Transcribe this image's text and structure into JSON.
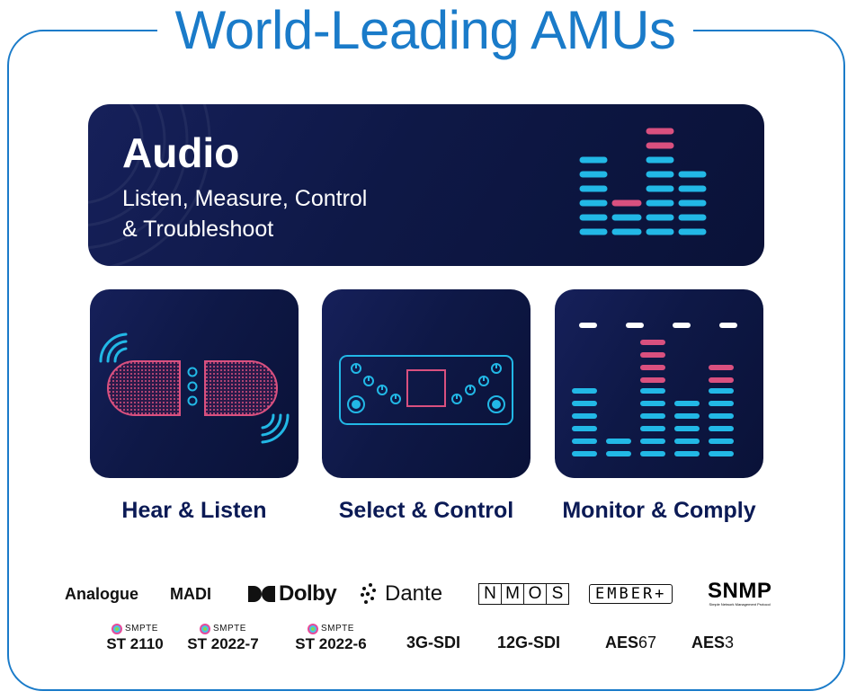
{
  "title": "World-Leading AMUs",
  "audio_panel": {
    "heading": "Audio",
    "subtitle_line1": "Listen, Measure, Control",
    "subtitle_line2": "& Troubleshoot"
  },
  "cards": [
    {
      "caption": "Hear & Listen",
      "icon": "speaker-icon"
    },
    {
      "caption": "Select & Control",
      "icon": "control-panel-icon"
    },
    {
      "caption": "Monitor & Comply",
      "icon": "meter-bars-icon"
    }
  ],
  "protocols_row1": {
    "analogue": "Analogue",
    "madi": "MADI",
    "dolby": "Dolby",
    "dante": "Dante",
    "nmos": [
      "N",
      "M",
      "O",
      "S"
    ],
    "ember": "EMBER+",
    "snmp": "SNMP",
    "snmp_tagline": "Simple Network Management Protocol"
  },
  "protocols_row2": {
    "smpte_brand": "SMPTE",
    "st2110": "ST 2110",
    "st2022_7": "ST 2022-7",
    "st2022_6": "ST 2022-6",
    "sdi3g": "3G-SDI",
    "sdi12g": "12G-SDI",
    "aes67_prefix": "AES",
    "aes67_suffix": "67",
    "aes3_prefix": "AES",
    "aes3_suffix": "3"
  },
  "colors": {
    "brand_blue": "#1a7bc9",
    "panel_navy": "#0e1846",
    "cyan": "#22b8e6",
    "pink": "#d9507f",
    "caption_navy": "#0b1a55"
  }
}
